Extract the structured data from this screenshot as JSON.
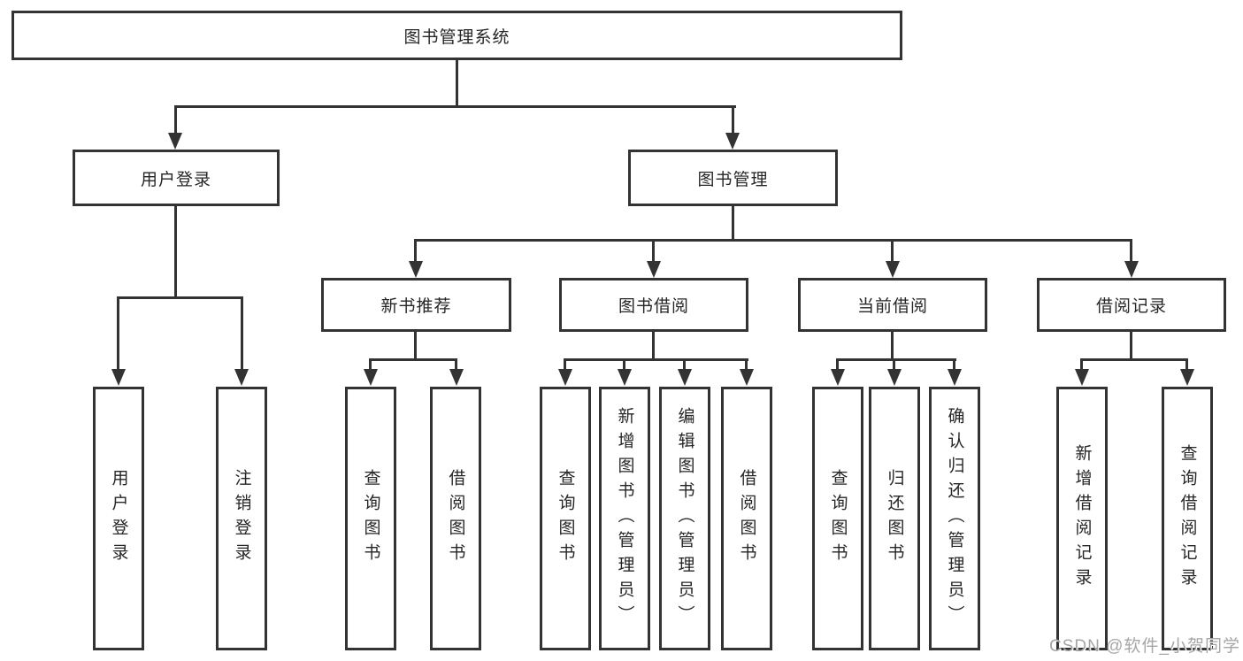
{
  "diagram": {
    "type": "hierarchy-tree",
    "title": "图书管理系统"
  },
  "tree": {
    "label": "图书管理系统",
    "children": [
      {
        "label": "用户登录",
        "children": [
          {
            "label": "用户登录"
          },
          {
            "label": "注销登录"
          }
        ]
      },
      {
        "label": "图书管理",
        "children": [
          {
            "label": "新书推荐",
            "children": [
              {
                "label": "查询图书"
              },
              {
                "label": "借阅图书"
              }
            ]
          },
          {
            "label": "图书借阅",
            "children": [
              {
                "label": "查询图书"
              },
              {
                "label": "新增图书（管理员）"
              },
              {
                "label": "编辑图书（管理员）"
              },
              {
                "label": "借阅图书"
              }
            ]
          },
          {
            "label": "当前借阅",
            "children": [
              {
                "label": "查询图书"
              },
              {
                "label": "归还图书"
              },
              {
                "label": "确认归还（管理员）"
              }
            ]
          },
          {
            "label": "借阅记录",
            "children": [
              {
                "label": "新增借阅记录"
              },
              {
                "label": "查询借阅记录"
              }
            ]
          }
        ]
      }
    ]
  },
  "watermark": {
    "text": "CSDN @软件_小贺同学"
  },
  "colors": {
    "line": "#333333",
    "box_border": "#333333",
    "box_background": "#ffffff",
    "text": "#262626",
    "watermark": "#a6a6a6"
  }
}
